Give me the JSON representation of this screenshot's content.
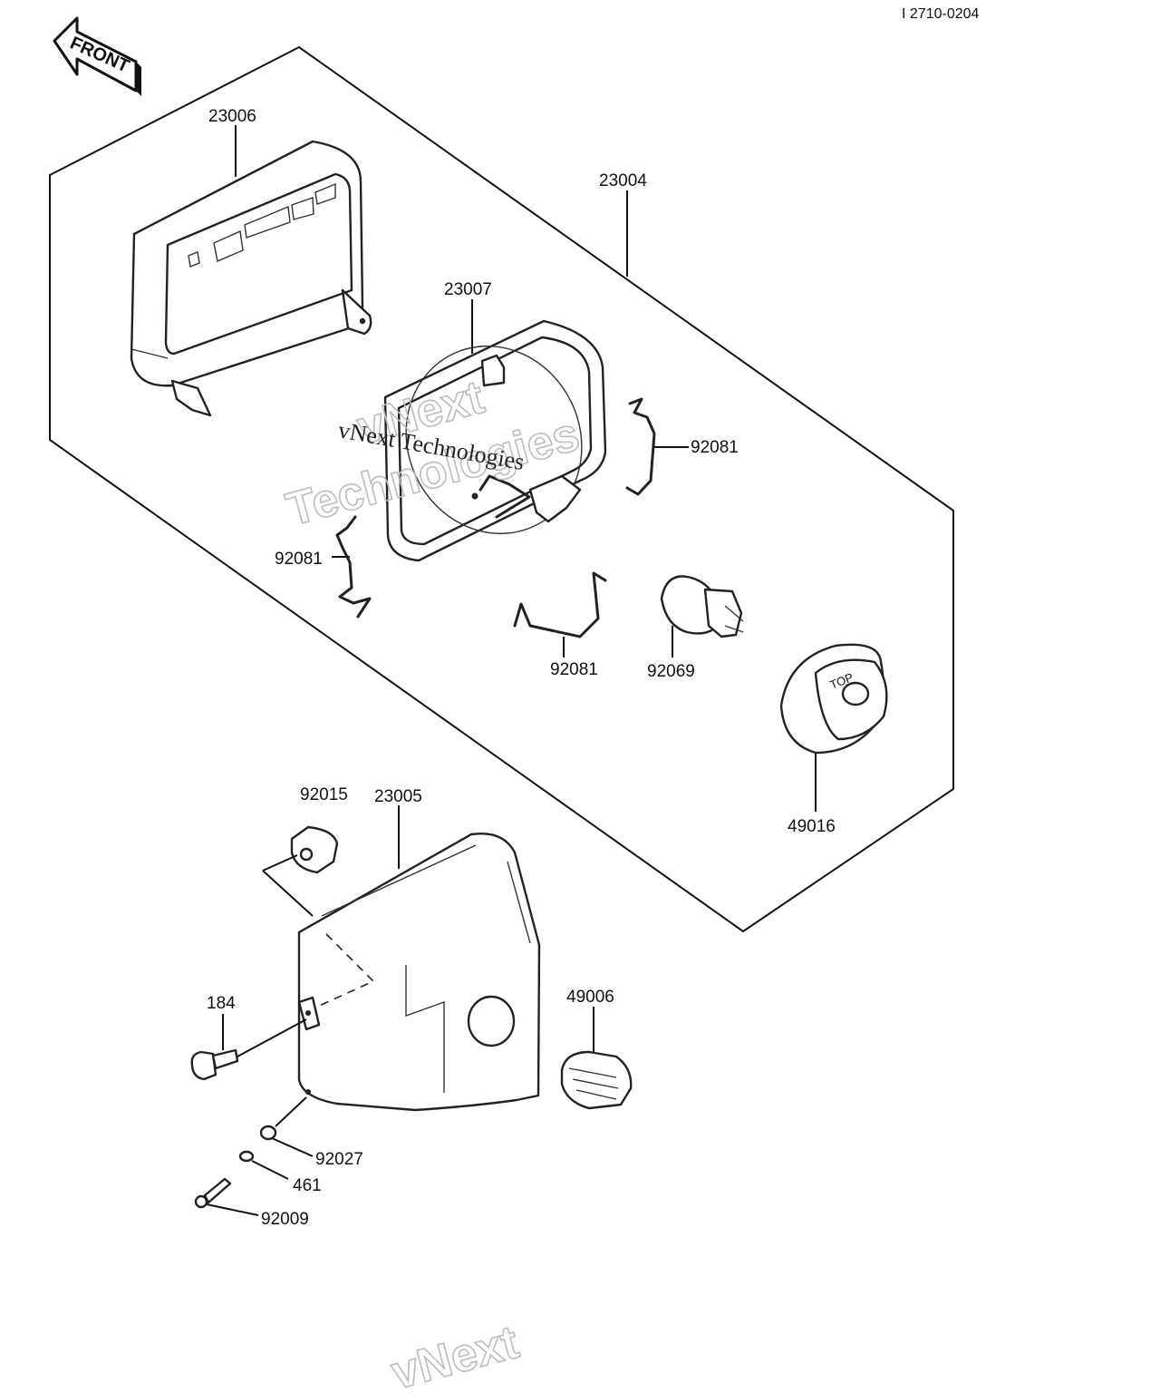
{
  "drawing_code": "I 2710-0204",
  "front_arrow": {
    "label": "FRONT",
    "icon": "front-arrow-icon"
  },
  "callouts": {
    "p23006": "23006",
    "p23004": "23004",
    "p23007": "23007",
    "p92081_right": "92081",
    "p92081_left": "92081",
    "p92081_bottom": "92081",
    "p92069": "92069",
    "p49016": "49016",
    "p92015": "92015",
    "p23005": "23005",
    "p184": "184",
    "p49006": "49006",
    "p92027": "92027",
    "p461": "461",
    "p92009": "92009"
  },
  "socket_cover_text": "TOP",
  "watermark": {
    "line1": "vNext",
    "line2": "Technologies",
    "dark": "vNext Technologies",
    "bottom": "vNext"
  }
}
